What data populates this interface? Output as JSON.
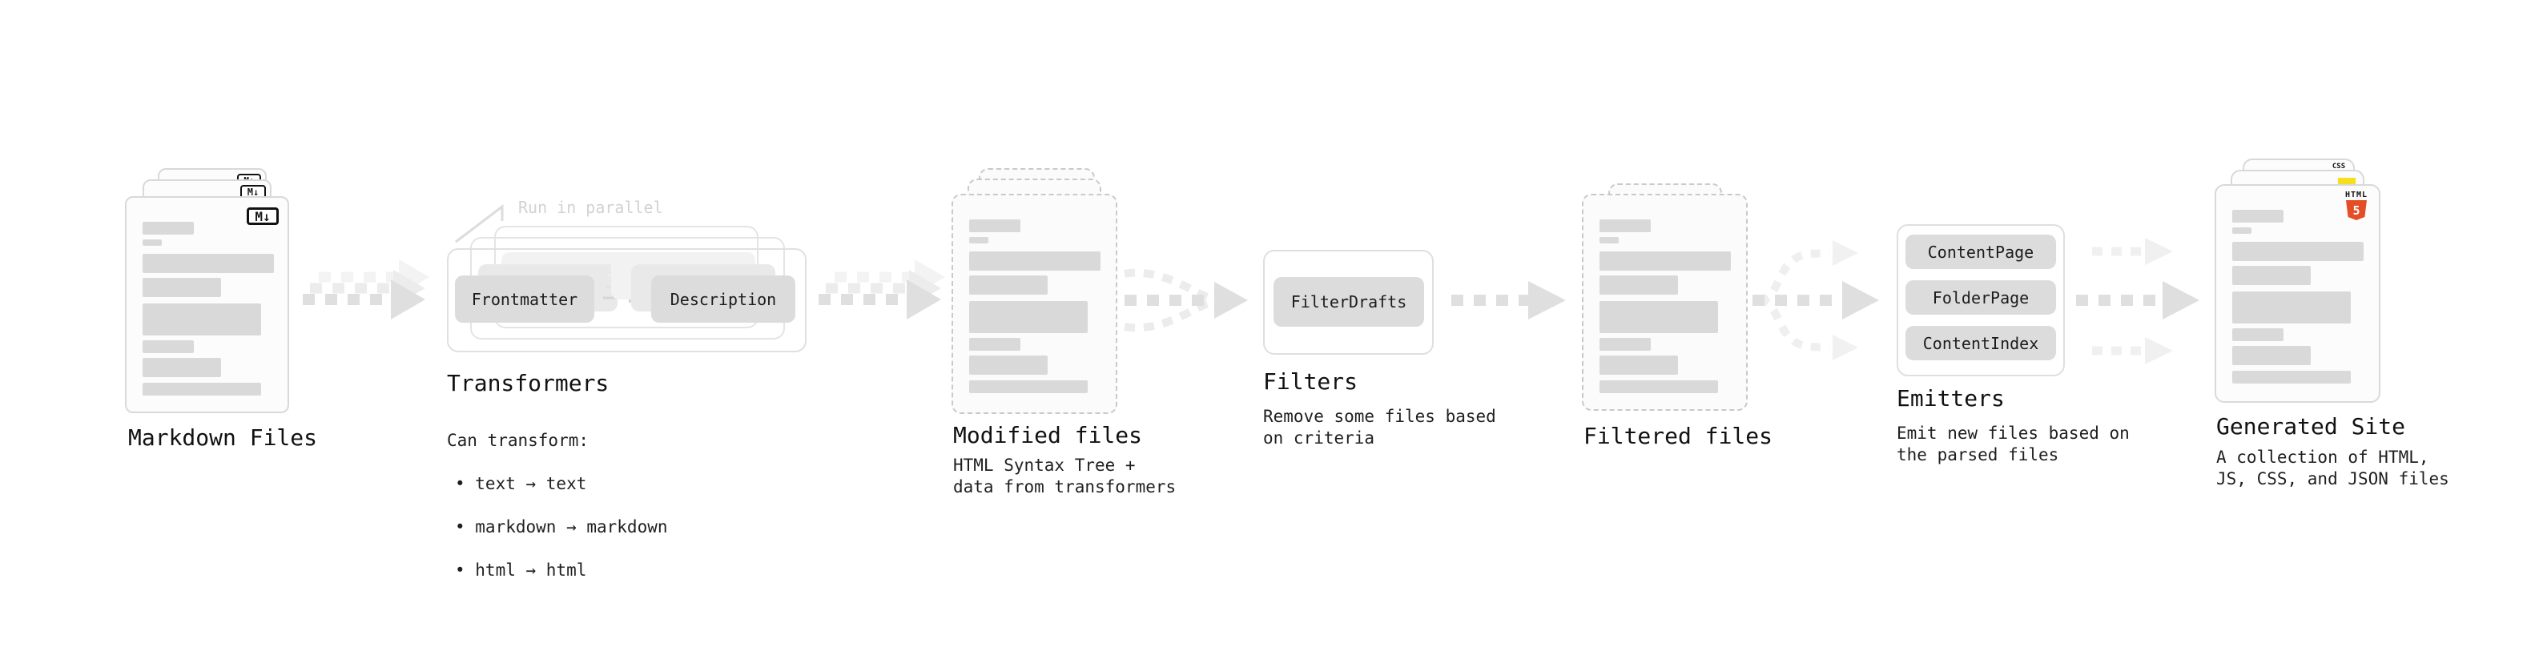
{
  "diagram": {
    "stages": {
      "markdown": {
        "label": "Markdown Files",
        "icon": "M↓"
      },
      "transformers": {
        "annotation": "Run in parallel",
        "frontmatter_box": "Frontmatter",
        "description_box": "Description",
        "title": "Transformers",
        "desc_heading": "Can transform:",
        "bullets": [
          "• text → text",
          "• markdown → markdown",
          "• html → html"
        ]
      },
      "modified": {
        "title": "Modified files",
        "subtitle": "HTML Syntax Tree +\ndata from transformers"
      },
      "filters": {
        "title": "Filters",
        "filter_box": "FilterDrafts",
        "subtitle": "Remove some files based\non criteria"
      },
      "filtered": {
        "title": "Filtered files"
      },
      "emitters": {
        "title": "Emitters",
        "boxes": [
          "ContentPage",
          "FolderPage",
          "ContentIndex"
        ],
        "subtitle": "Emit new files based on\nthe parsed files"
      },
      "generated": {
        "title": "Generated Site",
        "subtitle": "A collection of HTML,\nJS, CSS, and JSON files",
        "html_label": "HTML",
        "html_number": "5",
        "css_label": "CSS"
      }
    },
    "colors": {
      "html5_orange": "#e44d26",
      "js_yellow": "#f7df1e",
      "css_blue": "#2760e6",
      "bar_gray": "#d9d9d9",
      "arrow_gray": "#dfdfdf"
    }
  }
}
